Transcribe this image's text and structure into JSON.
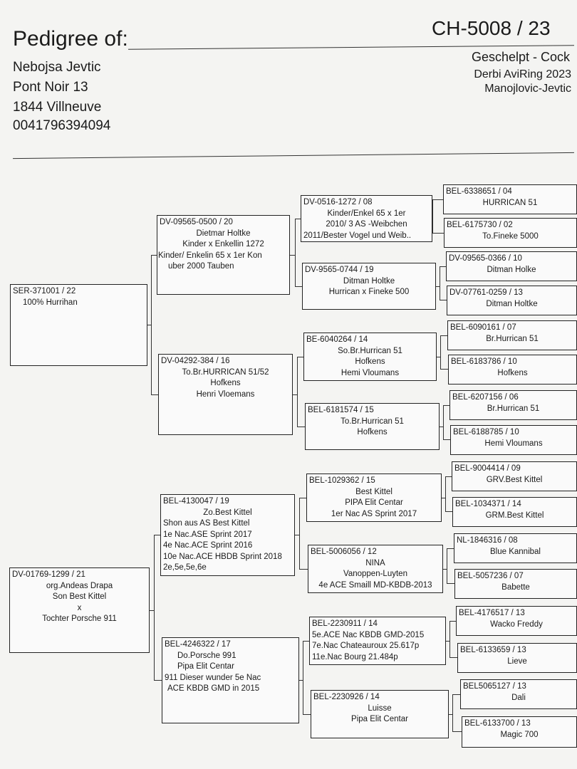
{
  "header": {
    "title": "Pedigree of:",
    "ring_number": "CH-5008 / 23",
    "owner": {
      "name": "Nebojsa Jevtic",
      "street": "Pont Noir 13",
      "city": "1844 Villneuve",
      "phone": "0041796394094"
    },
    "bird": {
      "color_sex": "Geschelpt - Cock",
      "event": "Derbi AviRing 2023",
      "breeder": "Manojlovic-Jevtic"
    }
  },
  "pedigree": {
    "sire": {
      "ring": "SER-371001 / 22",
      "lines": [
        "100% Hurrihan"
      ]
    },
    "dam": {
      "ring": "DV-01769-1299 / 21",
      "lines": [
        "org.Andeas Drapa",
        "Son Best Kittel",
        "x",
        "Tochter Porsche 911"
      ]
    },
    "sire_sire": {
      "ring": "DV-09565-0500 / 20",
      "lines": [
        "Dietmar Holtke",
        "Kinder  x  Enkellin 1272",
        "Kinder/ Enkelin 65 x 1er Kon",
        "uber 2000 Tauben"
      ]
    },
    "sire_dam": {
      "ring": "DV-04292-384 / 16",
      "lines": [
        "To.Br.HURRICAN 51/52",
        "Hofkens",
        "Henri Vloemans"
      ]
    },
    "dam_sire": {
      "ring": "BEL-4130047 / 19",
      "lines": [
        "Zo.Best Kittel",
        "Shon aus AS Best Kittel",
        "1e Nac.ASE Sprint 2017",
        "4e Nac.ACE Sprint 2016",
        "10e Nac.ACE HBDB Sprint 2018",
        "2e,5e,5e,6e"
      ]
    },
    "dam_dam": {
      "ring": "BEL-4246322 / 17",
      "lines": [
        "Do.Porsche 991",
        "Pipa Elit Centar",
        "911 Dieser wunder  5e Nac",
        "ACE KBDB GMD in 2015"
      ]
    },
    "gen3": [
      {
        "ring": "DV-0516-1272 / 08",
        "lines": [
          "Kinder/Enkel 65 x 1er",
          "2010/ 3 AS -Weibchen",
          "2011/Bester Vogel und Weib.."
        ]
      },
      {
        "ring": "DV-9565-0744 / 19",
        "lines": [
          "Ditman Holtke",
          "Hurrican x Fineke 500"
        ]
      },
      {
        "ring": "BE-6040264 / 14",
        "lines": [
          "So.Br.Hurrican 51",
          "Hofkens",
          "Hemi Vloumans"
        ]
      },
      {
        "ring": "BEL-6181574 / 15",
        "lines": [
          "To.Br.Hurrican 51",
          "Hofkens"
        ]
      },
      {
        "ring": "BEL-1029362 / 15",
        "lines": [
          "Best Kittel",
          "PIPA Elit Centar",
          "1er Nac AS Sprint 2017"
        ]
      },
      {
        "ring": "BEL-5006056 / 12",
        "lines": [
          "NINA",
          "Vanoppen-Luyten",
          "4e ACE Smaill MD-KBDB-2013"
        ]
      },
      {
        "ring": "BEL-2230911 / 14",
        "lines": [
          "5e.ACE Nac KBDB GMD-2015",
          "7e.Nac Chateauroux 25.617p",
          "11e.Nac Bourg 21.484p"
        ]
      },
      {
        "ring": "BEL-2230926 / 14",
        "lines": [
          "Luisse",
          "Pipa Elit Centar"
        ]
      }
    ],
    "gen4": [
      {
        "ring": "BEL-6338651 / 04",
        "lines": [
          "HURRICAN 51"
        ]
      },
      {
        "ring": "BEL-6175730 / 02",
        "lines": [
          "To.Fineke 5000"
        ]
      },
      {
        "ring": "DV-09565-0366 / 10",
        "lines": [
          "Ditman Holke"
        ]
      },
      {
        "ring": "DV-07761-0259 / 13",
        "lines": [
          "Ditman Holtke"
        ]
      },
      {
        "ring": "BEL-6090161 / 07",
        "lines": [
          "Br.Hurrican 51"
        ]
      },
      {
        "ring": "BEL-6183786  / 10",
        "lines": [
          "Hofkens"
        ]
      },
      {
        "ring": "BEL-6207156 / 06",
        "lines": [
          "Br.Hurrican 51"
        ]
      },
      {
        "ring": "BEL-6188785 / 10",
        "lines": [
          "Hemi Vloumans"
        ]
      },
      {
        "ring": "BEL-9004414 / 09",
        "lines": [
          "GRV.Best Kittel"
        ]
      },
      {
        "ring": "BEL-1034371 / 14",
        "lines": [
          "GRM.Best Kittel"
        ]
      },
      {
        "ring": "NL-1846316 / 08",
        "lines": [
          "Blue Kannibal"
        ]
      },
      {
        "ring": "BEL-5057236 / 07",
        "lines": [
          "Babette"
        ]
      },
      {
        "ring": "BEL-4176517 / 13",
        "lines": [
          "Wacko Freddy"
        ]
      },
      {
        "ring": "BEL-6133659 / 13",
        "lines": [
          "Lieve"
        ]
      },
      {
        "ring": "BEL5065127 / 13",
        "lines": [
          "Dali"
        ]
      },
      {
        "ring": "BEL-6133700 / 13",
        "lines": [
          "Magic 700"
        ]
      }
    ]
  }
}
